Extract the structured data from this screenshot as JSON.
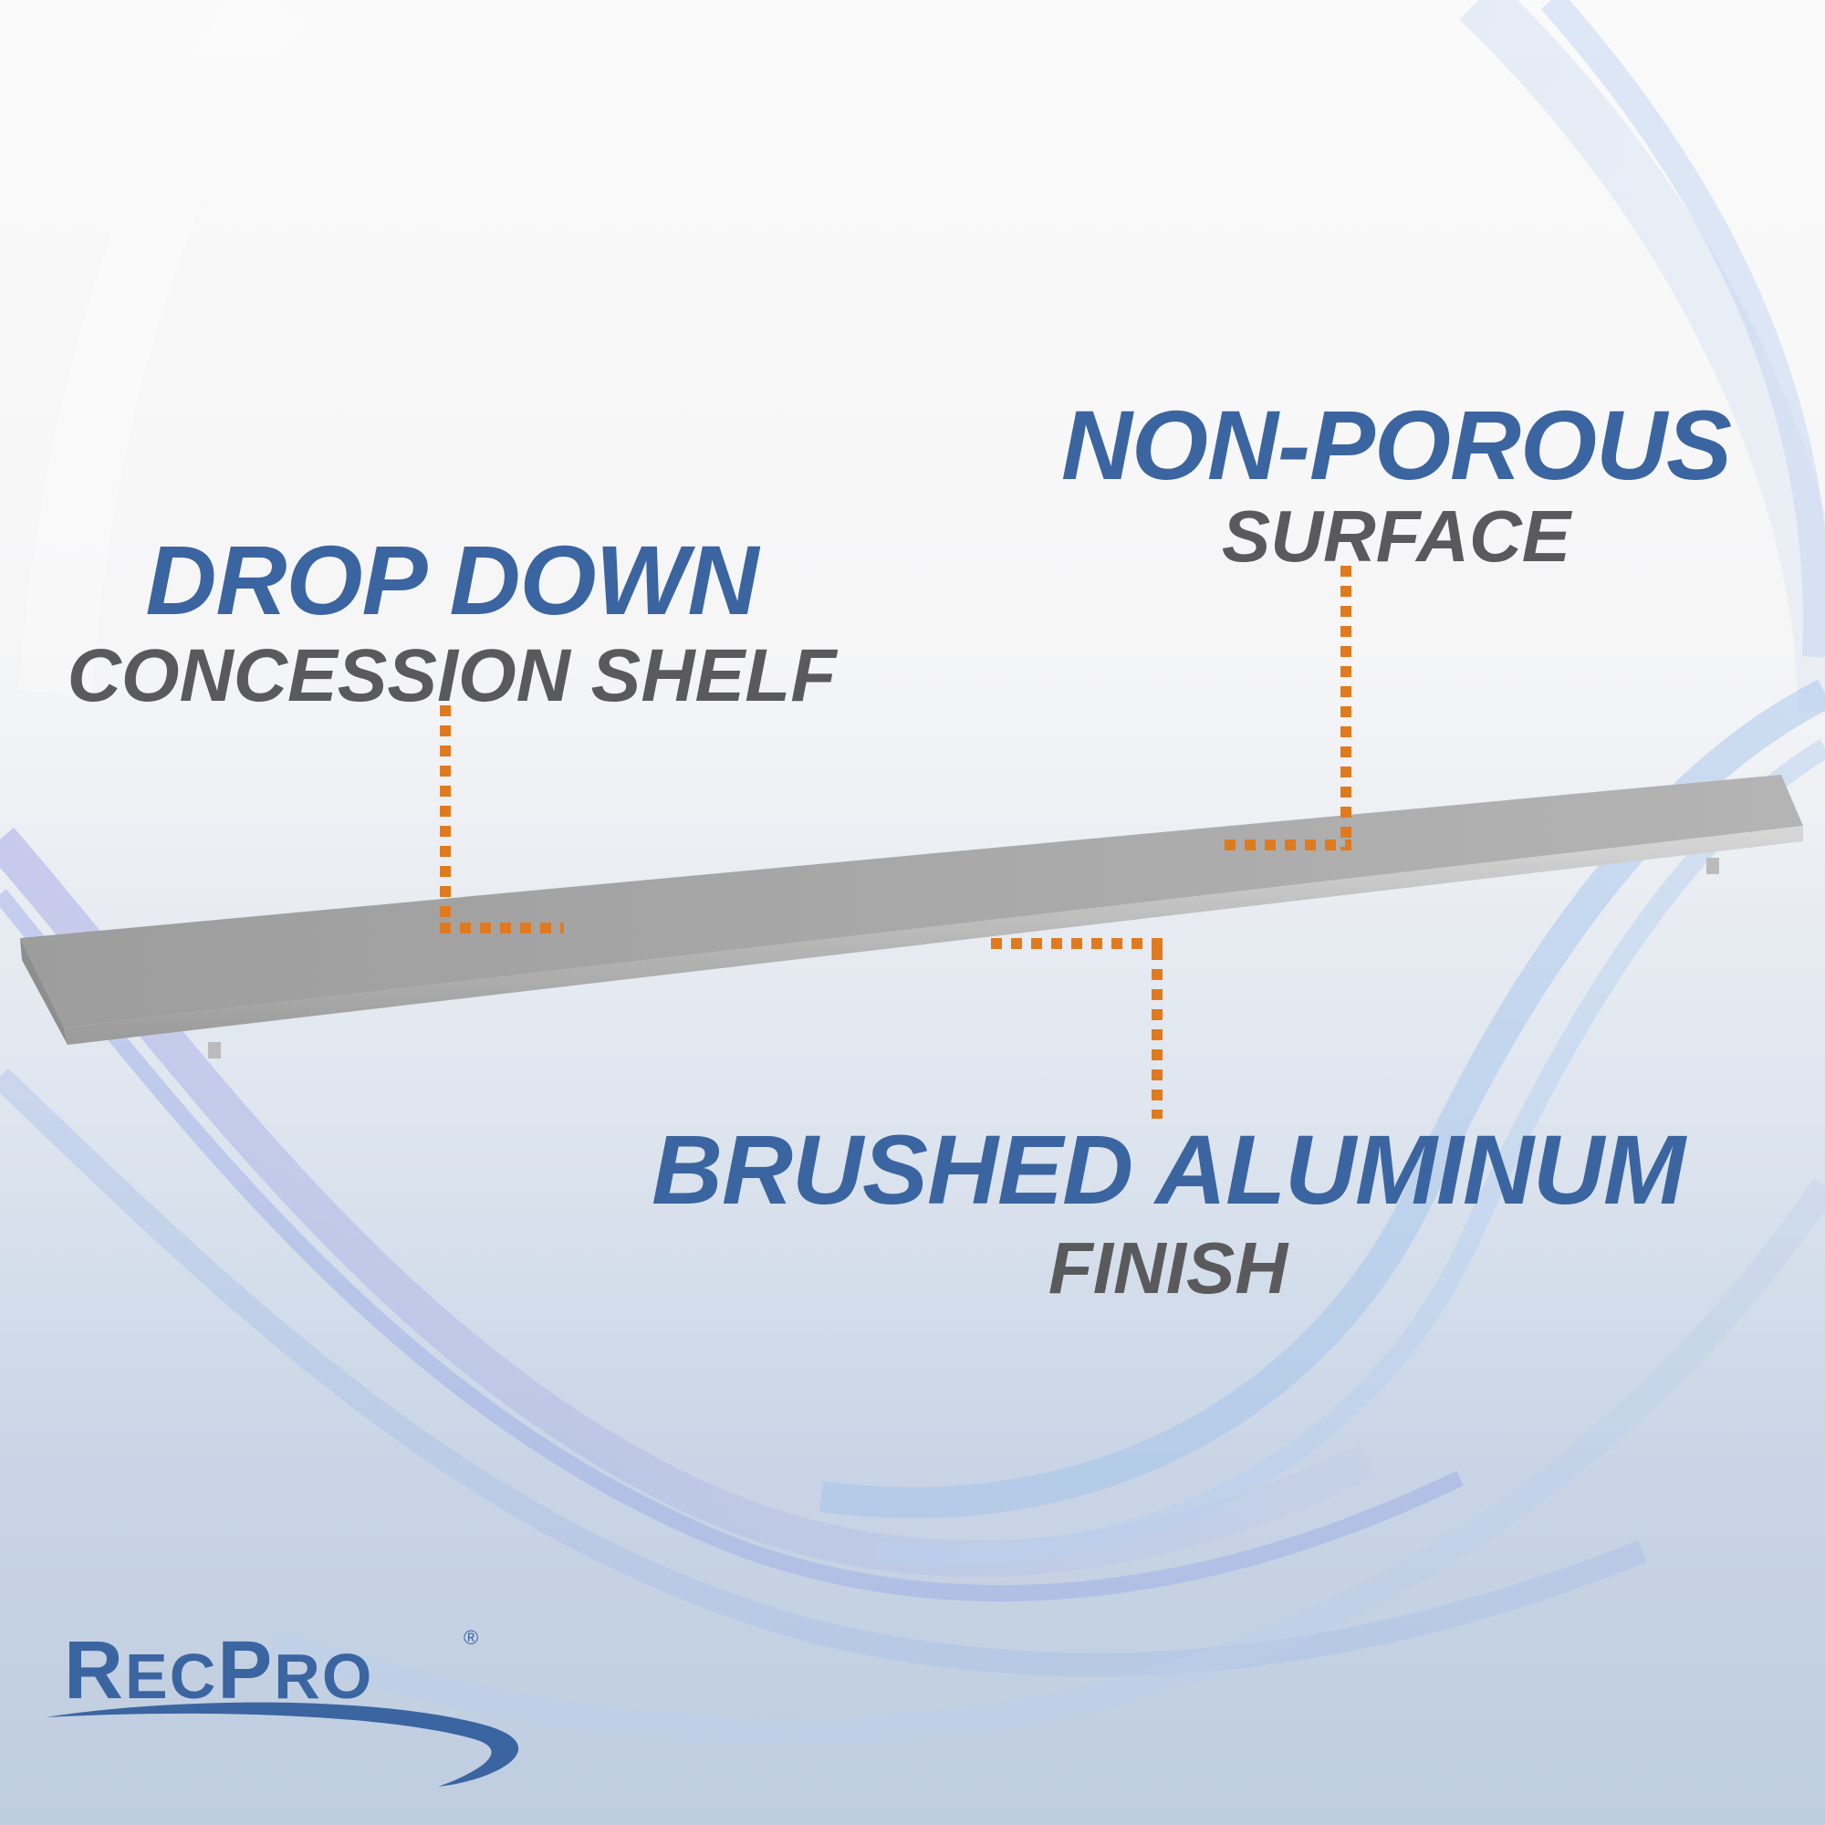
{
  "callouts": {
    "drop_down": {
      "title": "DROP DOWN",
      "subtitle": "CONCESSION SHELF"
    },
    "non_porous": {
      "title": "NON-POROUS",
      "subtitle": "SURFACE"
    },
    "brushed": {
      "title": "BRUSHED ALUMINUM",
      "subtitle": "FINISH"
    }
  },
  "logo": {
    "brand_cap1": "R",
    "brand_rest1": "EC",
    "brand_cap2": "P",
    "brand_rest2": "RO",
    "registered": "®"
  },
  "colors": {
    "title_blue": "#3b65a0",
    "subtitle_gray": "#5a5a5c",
    "leader_orange": "#e07a1f",
    "shelf_gray": "#a3a3a3"
  },
  "icons": {
    "product": "aluminum-shelf-illustration",
    "brand": "recpro-logo"
  }
}
